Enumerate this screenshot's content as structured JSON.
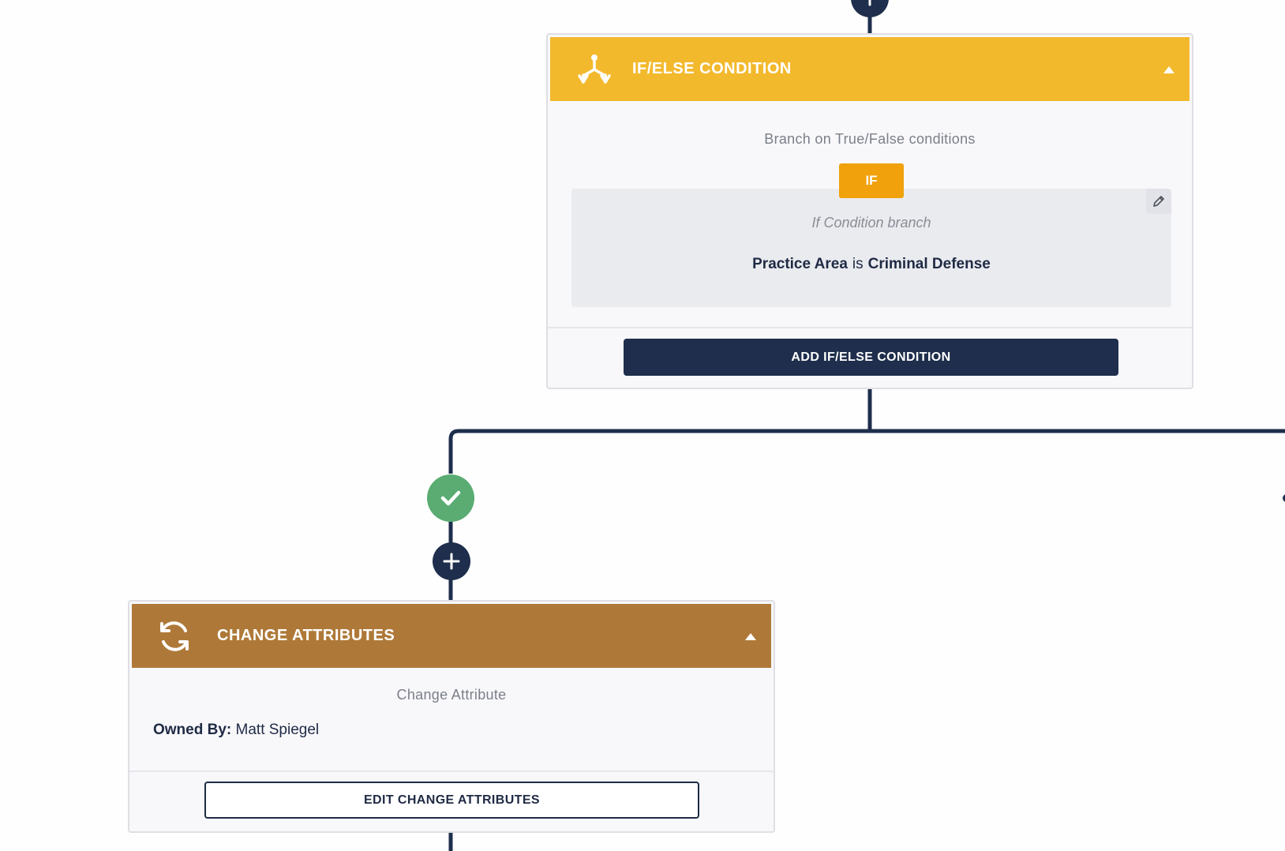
{
  "ifelse_card": {
    "title": "IF/ELSE CONDITION",
    "subtitle": "Branch on True/False conditions",
    "badge": "IF",
    "branch_label": "If Condition branch",
    "condition": {
      "field": "Practice Area",
      "operator": "is",
      "value": "Criminal Defense"
    },
    "add_button_label": "ADD IF/ELSE CONDITION",
    "header_color": "#f3b92d",
    "badge_color": "#f0a10c"
  },
  "change_card": {
    "title": "CHANGE ATTRIBUTES",
    "subtitle": "Change Attribute",
    "attribute": {
      "key": "Owned By:",
      "value": "Matt Spiegel"
    },
    "edit_button_label": "EDIT CHANGE ATTRIBUTES",
    "header_color": "#ae7938"
  },
  "flow": {
    "connector_color": "#1e2e4c",
    "true_badge_color": "#5aac72",
    "icons": {
      "branch": "split-branch-icon",
      "refresh": "refresh-icon",
      "collapse": "caret-up-icon",
      "edit": "pencil-icon",
      "check": "checkmark-icon",
      "add": "plus-icon"
    }
  }
}
